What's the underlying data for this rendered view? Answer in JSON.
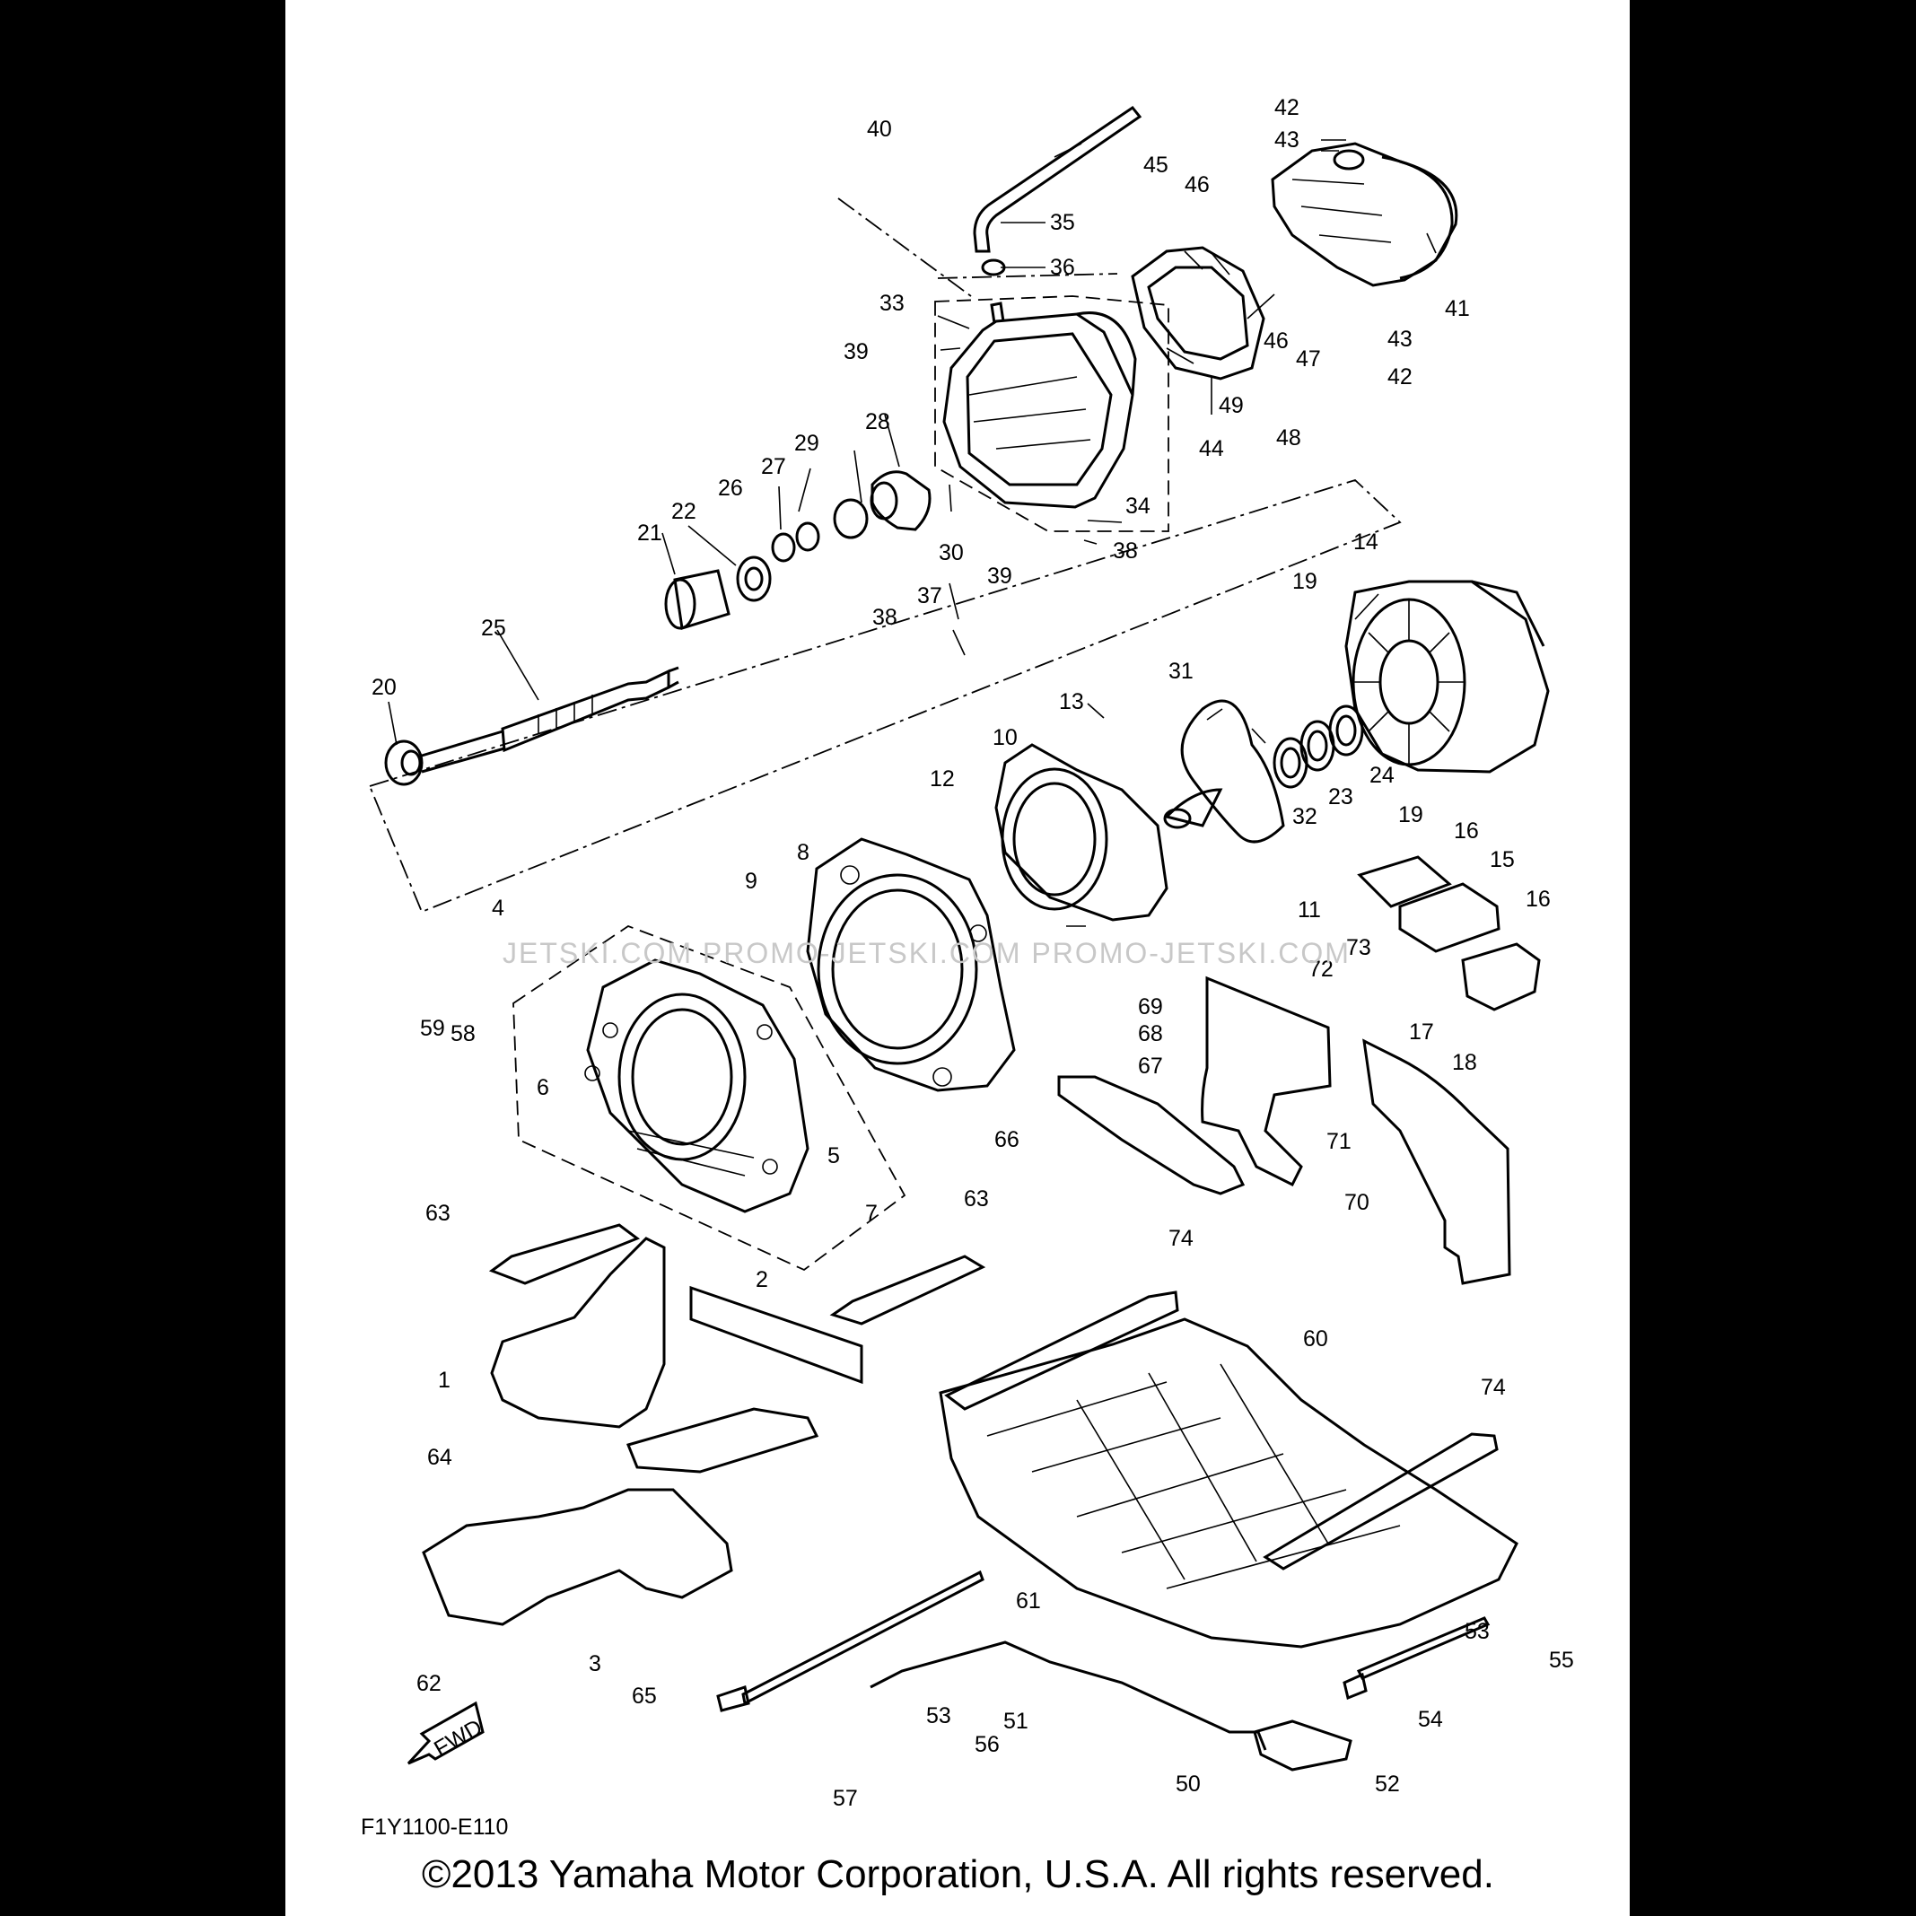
{
  "watermark": "JETSKI.COM  PROMO-JETSKI.COM   PROMO-JETSKI.COM",
  "diagram_code": "F1Y1100-E110",
  "copyright": "©2013 Yamaha Motor Corporation, U.S.A. All rights reserved.",
  "fwd_label": "FWD",
  "callouts": {
    "c1": "1",
    "c2": "2",
    "c3": "3",
    "c4": "4",
    "c5": "5",
    "c6": "6",
    "c7": "7",
    "c8": "8",
    "c9": "9",
    "c10": "10",
    "c11": "11",
    "c12": "12",
    "c13": "13",
    "c14": "14",
    "c15": "15",
    "c16a": "16",
    "c16b": "16",
    "c17": "17",
    "c18": "18",
    "c19a": "19",
    "c19b": "19",
    "c20": "20",
    "c21": "21",
    "c22": "22",
    "c23": "23",
    "c24": "24",
    "c25": "25",
    "c26": "26",
    "c27": "27",
    "c28": "28",
    "c29": "29",
    "c30": "30",
    "c31": "31",
    "c32": "32",
    "c33": "33",
    "c34": "34",
    "c35": "35",
    "c36": "36",
    "c37": "37",
    "c38a": "38",
    "c38b": "38",
    "c39a": "39",
    "c39b": "39",
    "c40": "40",
    "c41": "41",
    "c42a": "42",
    "c42b": "42",
    "c43a": "43",
    "c43b": "43",
    "c44": "44",
    "c45": "45",
    "c46a": "46",
    "c46b": "46",
    "c47": "47",
    "c48": "48",
    "c49": "49",
    "c50": "50",
    "c51": "51",
    "c52": "52",
    "c53a": "53",
    "c53b": "53",
    "c54": "54",
    "c55": "55",
    "c56": "56",
    "c57": "57",
    "c58": "58",
    "c59": "59",
    "c60": "60",
    "c61": "61",
    "c62": "62",
    "c63a": "63",
    "c63b": "63",
    "c64": "64",
    "c65": "65",
    "c66": "66",
    "c67": "67",
    "c68": "68",
    "c69": "69",
    "c70": "70",
    "c71": "71",
    "c72": "72",
    "c73": "73",
    "c74a": "74",
    "c74b": "74"
  }
}
